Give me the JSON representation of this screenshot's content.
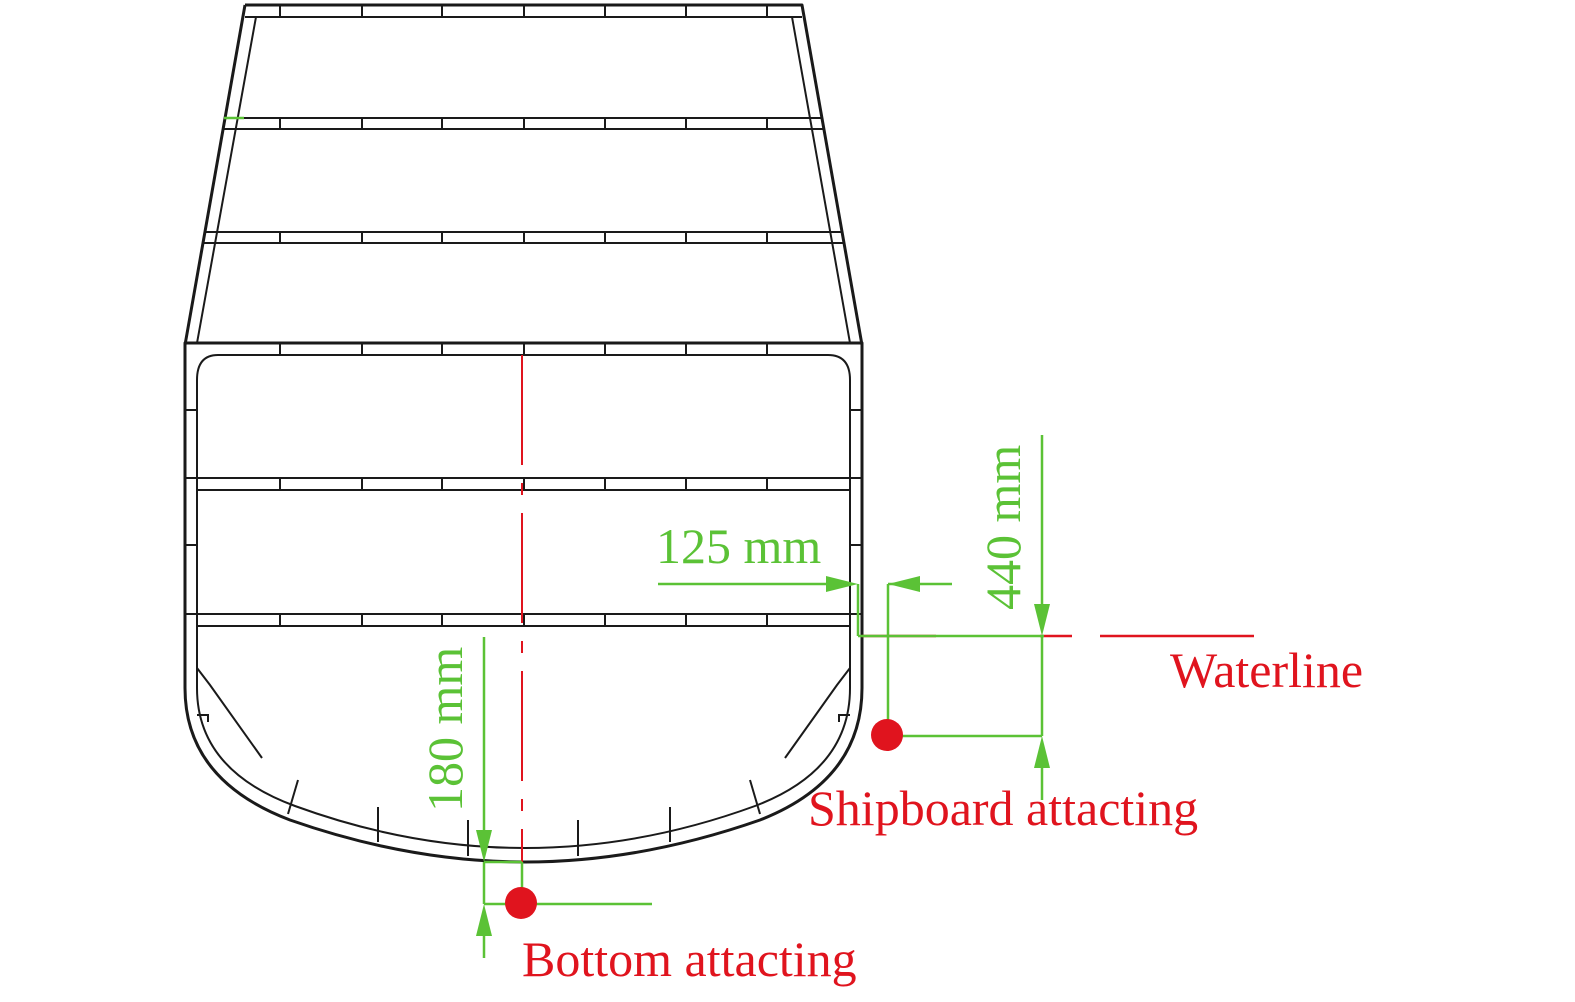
{
  "labels": {
    "waterline": "Waterline",
    "shipboard": "Shipboard attacting",
    "bottom": "Bottom attacting"
  },
  "dimensions": {
    "horizontal": "125 mm",
    "vertical_shipboard": "440 mm",
    "vertical_bottom": "180 mm"
  },
  "colors": {
    "structure": "#1a1a1a",
    "annotation_red": "#e0141e",
    "dimension_green": "#5bc236"
  }
}
